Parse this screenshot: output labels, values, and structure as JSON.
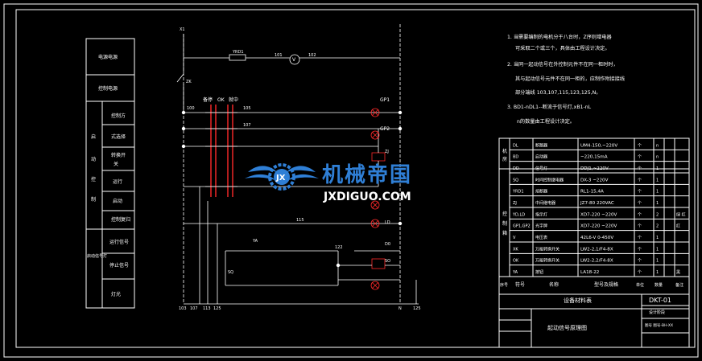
{
  "left_legend": {
    "rows": [
      {
        "label": "电源电源",
        "group": ""
      },
      {
        "label": "控制电源",
        "group": ""
      },
      {
        "label": "控制方",
        "group": "启"
      },
      {
        "label": "式选择",
        "group": "动"
      },
      {
        "label": "转换开",
        "group": "控"
      },
      {
        "label": "关",
        "group": ""
      },
      {
        "label": "运行",
        "group": "制"
      },
      {
        "label": "启动",
        "group": ""
      },
      {
        "label": "控制复归",
        "group": ""
      },
      {
        "label": "运行信号",
        "group": "启动信号灯"
      },
      {
        "label": "停止信号",
        "group": ""
      },
      {
        "label": "灯光",
        "group": ""
      }
    ]
  },
  "circuit_labels": {
    "node_top": "X1",
    "fuse": "YRD1",
    "n101": "101",
    "n102": "102",
    "voltmeter": "V",
    "switch_zk": "ZK",
    "n100": "100",
    "n105": "105",
    "n107": "107",
    "n115": "115",
    "n122": "122",
    "switch_header": [
      "备停",
      "OK",
      "就中"
    ],
    "gp1": "GP1",
    "gp2": "GP2",
    "zj": "ZJ",
    "ld": "LD",
    "so": "SO",
    "d0": "D0",
    "ya": "YA",
    "sq": "SQ",
    "bottom": [
      "103",
      "107",
      "113",
      "125",
      "N",
      "125"
    ]
  },
  "notes": [
    "1. 当需要编制的电机分于八台时，Z序则增电器",
    "可采取二个或三个，具体由工程设计决定。",
    "2. 当同一起动信号在外控制元件不在同一柜时时，",
    "其与起动信号元件不在同一柜的，应制作附接接线",
    "部分端线 103,107,115,123,125,N。",
    "3. BD1-nDL1--断流于信号灯,xB1-nL",
    "n的数量由工程设计决定。"
  ],
  "equipment": {
    "rows": [
      {
        "code": "DL",
        "name": "断路器",
        "model": "UM4-150,~220V",
        "unit": "个",
        "qty": "n",
        "note": ""
      },
      {
        "code": "BD",
        "name": "启动器",
        "model": "~220,15mA",
        "unit": "个",
        "qty": "n",
        "note": ""
      },
      {
        "code": "DD",
        "name": "信号灯",
        "model": "DDJ1,~220V",
        "unit": "个",
        "qty": "1",
        "note": ""
      },
      {
        "code": "SQ",
        "name": "时间控制继电器",
        "model": "DX-3 ~220V",
        "unit": "个",
        "qty": "1",
        "note": ""
      },
      {
        "code": "YRD1",
        "name": "熔断器",
        "model": "RL1-15,4A",
        "unit": "个",
        "qty": "1",
        "note": ""
      },
      {
        "code": "ZJ",
        "name": "中间继电器",
        "model": "JZ7-80 220VAC",
        "unit": "个",
        "qty": "1",
        "note": ""
      },
      {
        "code": "YD,LD",
        "name": "指示灯",
        "model": "XD7-220 ~220V",
        "unit": "个",
        "qty": "2",
        "note": "绿 红"
      },
      {
        "code": "GP1,GP2",
        "name": "光字牌",
        "model": "XD7-220 ~220V",
        "unit": "个",
        "qty": "2",
        "note": "红"
      },
      {
        "code": "V",
        "name": "电压表",
        "model": "42L6-V 0-450V",
        "unit": "个",
        "qty": "1",
        "note": ""
      },
      {
        "code": "XK",
        "name": "万能转换开关",
        "model": "LW2-2,1/F4-8X",
        "unit": "个",
        "qty": "1",
        "note": ""
      },
      {
        "code": "OK",
        "name": "万能转换开关",
        "model": "LW2-2,2/F4-8X",
        "unit": "个",
        "qty": "1",
        "note": ""
      },
      {
        "code": "YA",
        "name": "按钮",
        "model": "LA18-22",
        "unit": "个",
        "qty": "1",
        "note": "黑"
      }
    ],
    "side_groups": [
      "机",
      "房",
      "控",
      "制",
      "箱"
    ],
    "header": {
      "seq": "序号",
      "code": "符号",
      "name": "名称",
      "model": "型号及规格",
      "unit": "单位",
      "qty": "数量",
      "note": "备注"
    },
    "caption": "设备材料表"
  },
  "title_block": {
    "drawing_no": "DKT-01",
    "design_stage": "设计阶段",
    "drawing_title": "起动信号原理图",
    "drawing_code": "图号 图号-BH-XX"
  },
  "watermark": {
    "title": "机械帝国",
    "url": "JXDIGUO.COM",
    "logo_letters": "JX"
  },
  "colors": {
    "background": "#000000",
    "lines": "#ffffff",
    "red": "#ff2a2a",
    "watermark": "#2f7fd6"
  }
}
